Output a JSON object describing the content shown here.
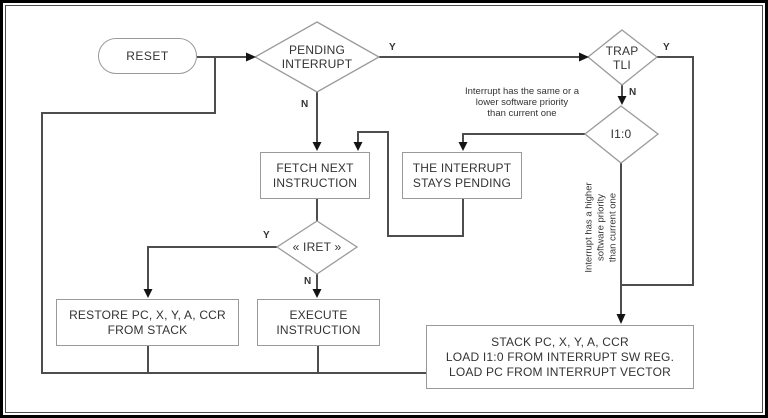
{
  "colors": {
    "line": "#4d4d4d",
    "shape_border": "#9a9a9a",
    "arrow": "#141414",
    "text": "#333333",
    "background": "#ffffff",
    "frame": "#000000",
    "inner_frame": "#4d4d4d"
  },
  "nodes": {
    "reset": "RESET",
    "pending_interrupt": "PENDING\nINTERRUPT",
    "trap_tli": "TRAP\nTLI",
    "i1_0": "I1:0",
    "fetch_next": "FETCH NEXT\nINSTRUCTION",
    "stays_pending": "THE INTERRUPT\nSTAYS PENDING",
    "iret": "« IRET »",
    "restore": "RESTORE PC, X, Y, A, CCR\nFROM STACK",
    "execute": "EXECUTE\nINSTRUCTION",
    "stack_load": "STACK PC, X, Y, A, CCR\nLOAD I1:0 FROM INTERRUPT SW REG.\nLOAD PC FROM INTERRUPT VECTOR"
  },
  "branch_labels": {
    "pending_yes": "Y",
    "pending_no": "N",
    "trap_yes": "Y",
    "trap_no": "N",
    "iret_yes": "Y",
    "iret_no": "N"
  },
  "annotations": {
    "same_or_lower_priority": "Interrupt has the same or a\nlower software priority\nthan current one",
    "higher_priority": "Interrupt has a higher\nsoftware priority\nthan current one"
  }
}
